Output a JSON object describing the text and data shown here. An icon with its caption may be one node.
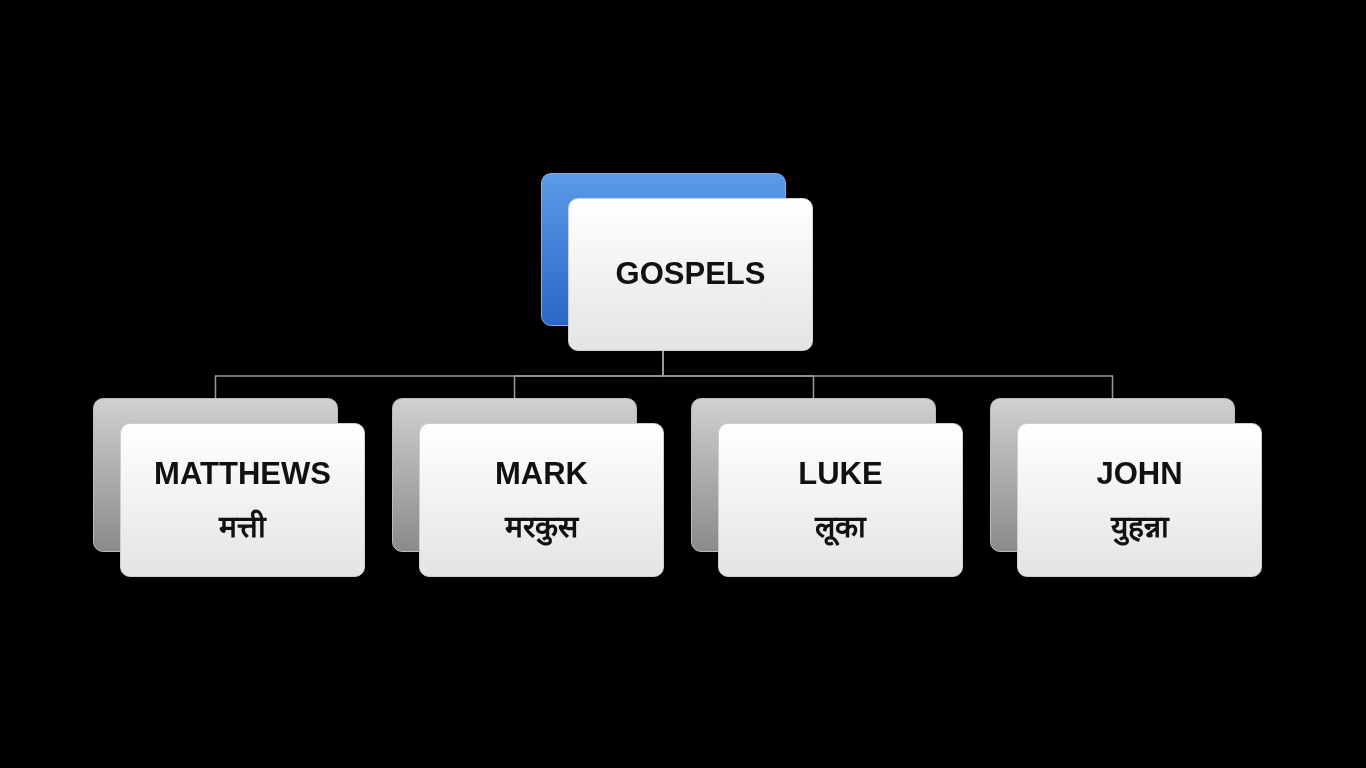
{
  "diagram": {
    "nodes": [
      {
        "text": [
          "GOSPELS"
        ]
      },
      {
        "text": [
          "MATTHEWS",
          "मत्ती"
        ]
      },
      {
        "text": [
          "MARK",
          "मरकुस"
        ]
      },
      {
        "text": [
          "LUKE",
          "लूका"
        ]
      },
      {
        "text": [
          "JOHN",
          "युहन्ना"
        ]
      }
    ],
    "edges": [
      {
        "from": 0,
        "to": 1,
        "arrow": "none"
      },
      {
        "from": 0,
        "to": 2,
        "arrow": "none"
      },
      {
        "from": 0,
        "to": 3,
        "arrow": "none"
      },
      {
        "from": 0,
        "to": 4,
        "arrow": "none"
      }
    ]
  }
}
